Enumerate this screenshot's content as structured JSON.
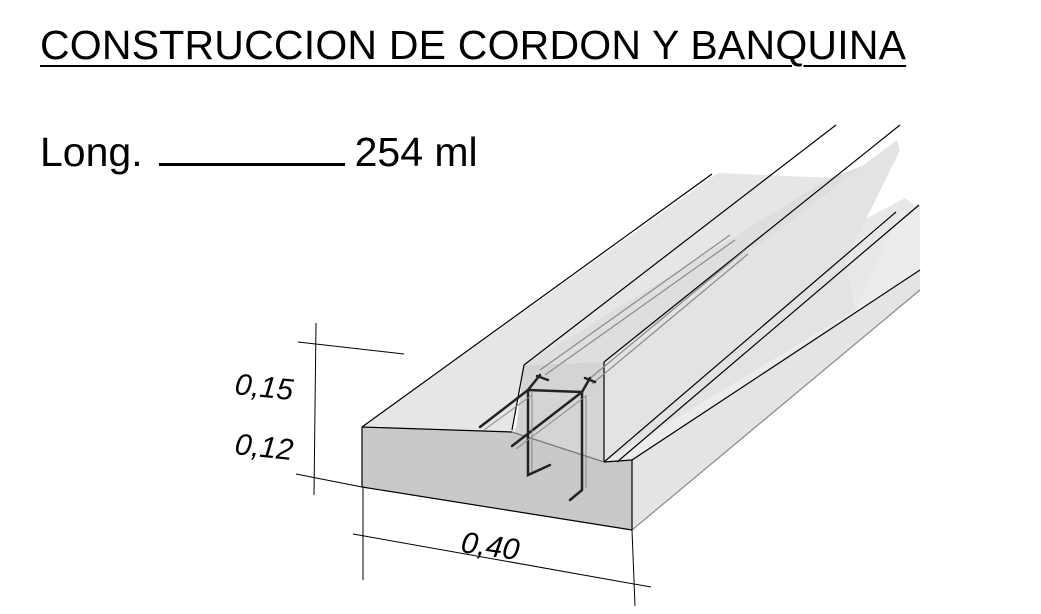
{
  "title": "CONSTRUCCION DE CORDON Y BANQUINA",
  "length": {
    "label": "Long.",
    "value": "254 ml"
  },
  "dimensions": {
    "curb_height": "0,15",
    "slab_thickness": "0,12",
    "width": "0,40"
  },
  "colors": {
    "slab_front": "#c8c8c8",
    "top_surface": "#e6e6e6",
    "curb_side": "#dcdcdc",
    "lines": "#000000"
  }
}
